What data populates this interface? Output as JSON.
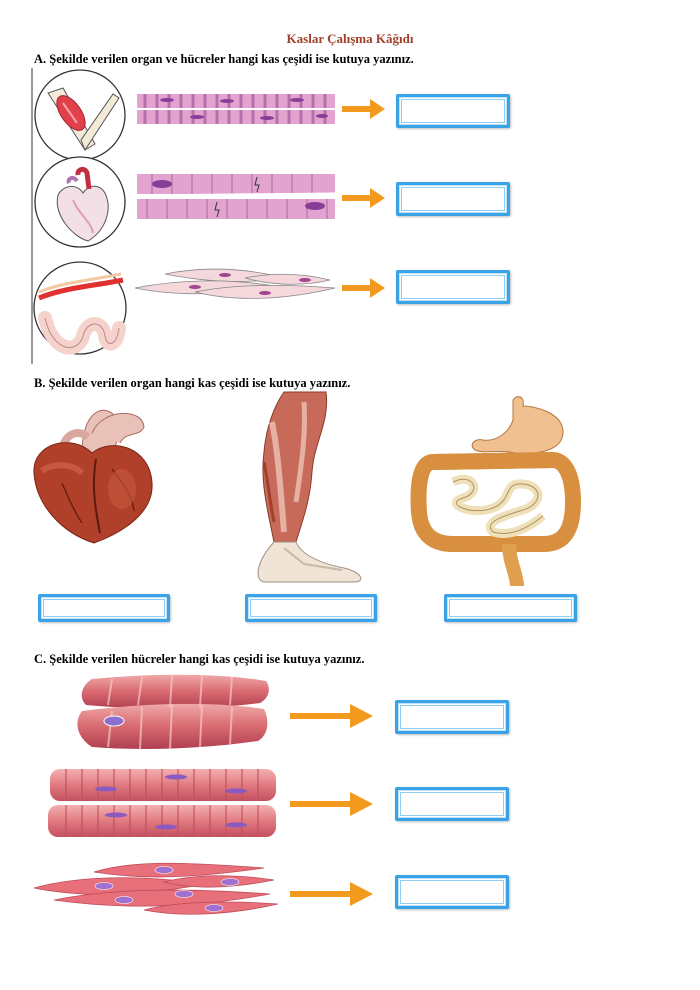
{
  "worksheet": {
    "title": "Kaslar Çalışma Kâğıdı",
    "section_a": "A. Şekilde verilen organ ve hücreler hangi kas çeşidi ise kutuya yazınız.",
    "section_b": "B. Şekilde verilen organ hangi kas çeşidi ise kutuya yazınız.",
    "section_c": "C. Şekilde verilen hücreler hangi kas çeşidi ise kutuya yazınız."
  },
  "colors": {
    "title": "#a0402a",
    "arrow": "#f39a1e",
    "box_border": "#3aa3e8"
  }
}
